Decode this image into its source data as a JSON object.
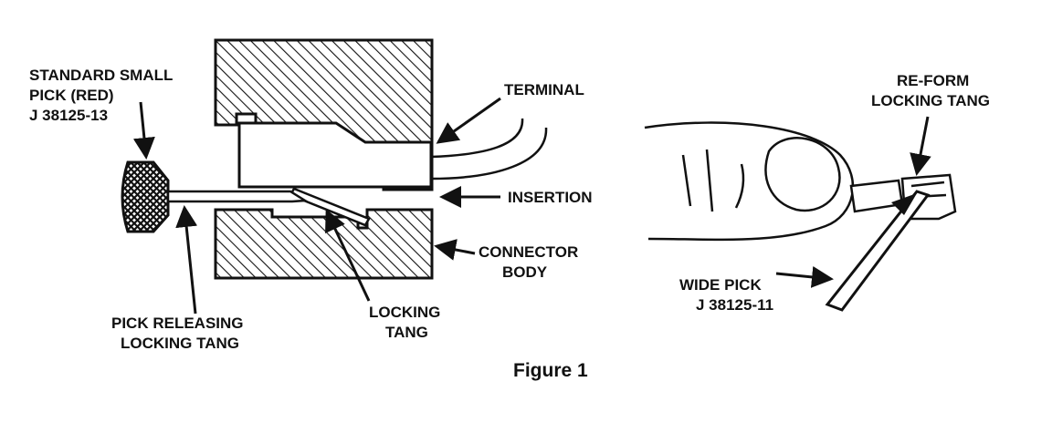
{
  "colors": {
    "ink": "#111111",
    "paper": "#ffffff"
  },
  "labels": {
    "standard_pick_line1": "STANDARD SMALL",
    "standard_pick_line2": "PICK (RED)",
    "standard_pick_line3": "J 38125-13",
    "terminal": "TERMINAL",
    "insertion": "INSERTION",
    "connector_body_line1": "CONNECTOR",
    "connector_body_line2": "BODY",
    "pick_releasing_line1": "PICK RELEASING",
    "pick_releasing_line2": "LOCKING TANG",
    "locking_tang_line1": "LOCKING",
    "locking_tang_line2": "TANG",
    "reform_line1": "RE-FORM",
    "reform_line2": "LOCKING TANG",
    "wide_pick_line1": "WIDE PICK",
    "wide_pick_line2": "J 38125-11"
  },
  "caption": "Figure 1"
}
